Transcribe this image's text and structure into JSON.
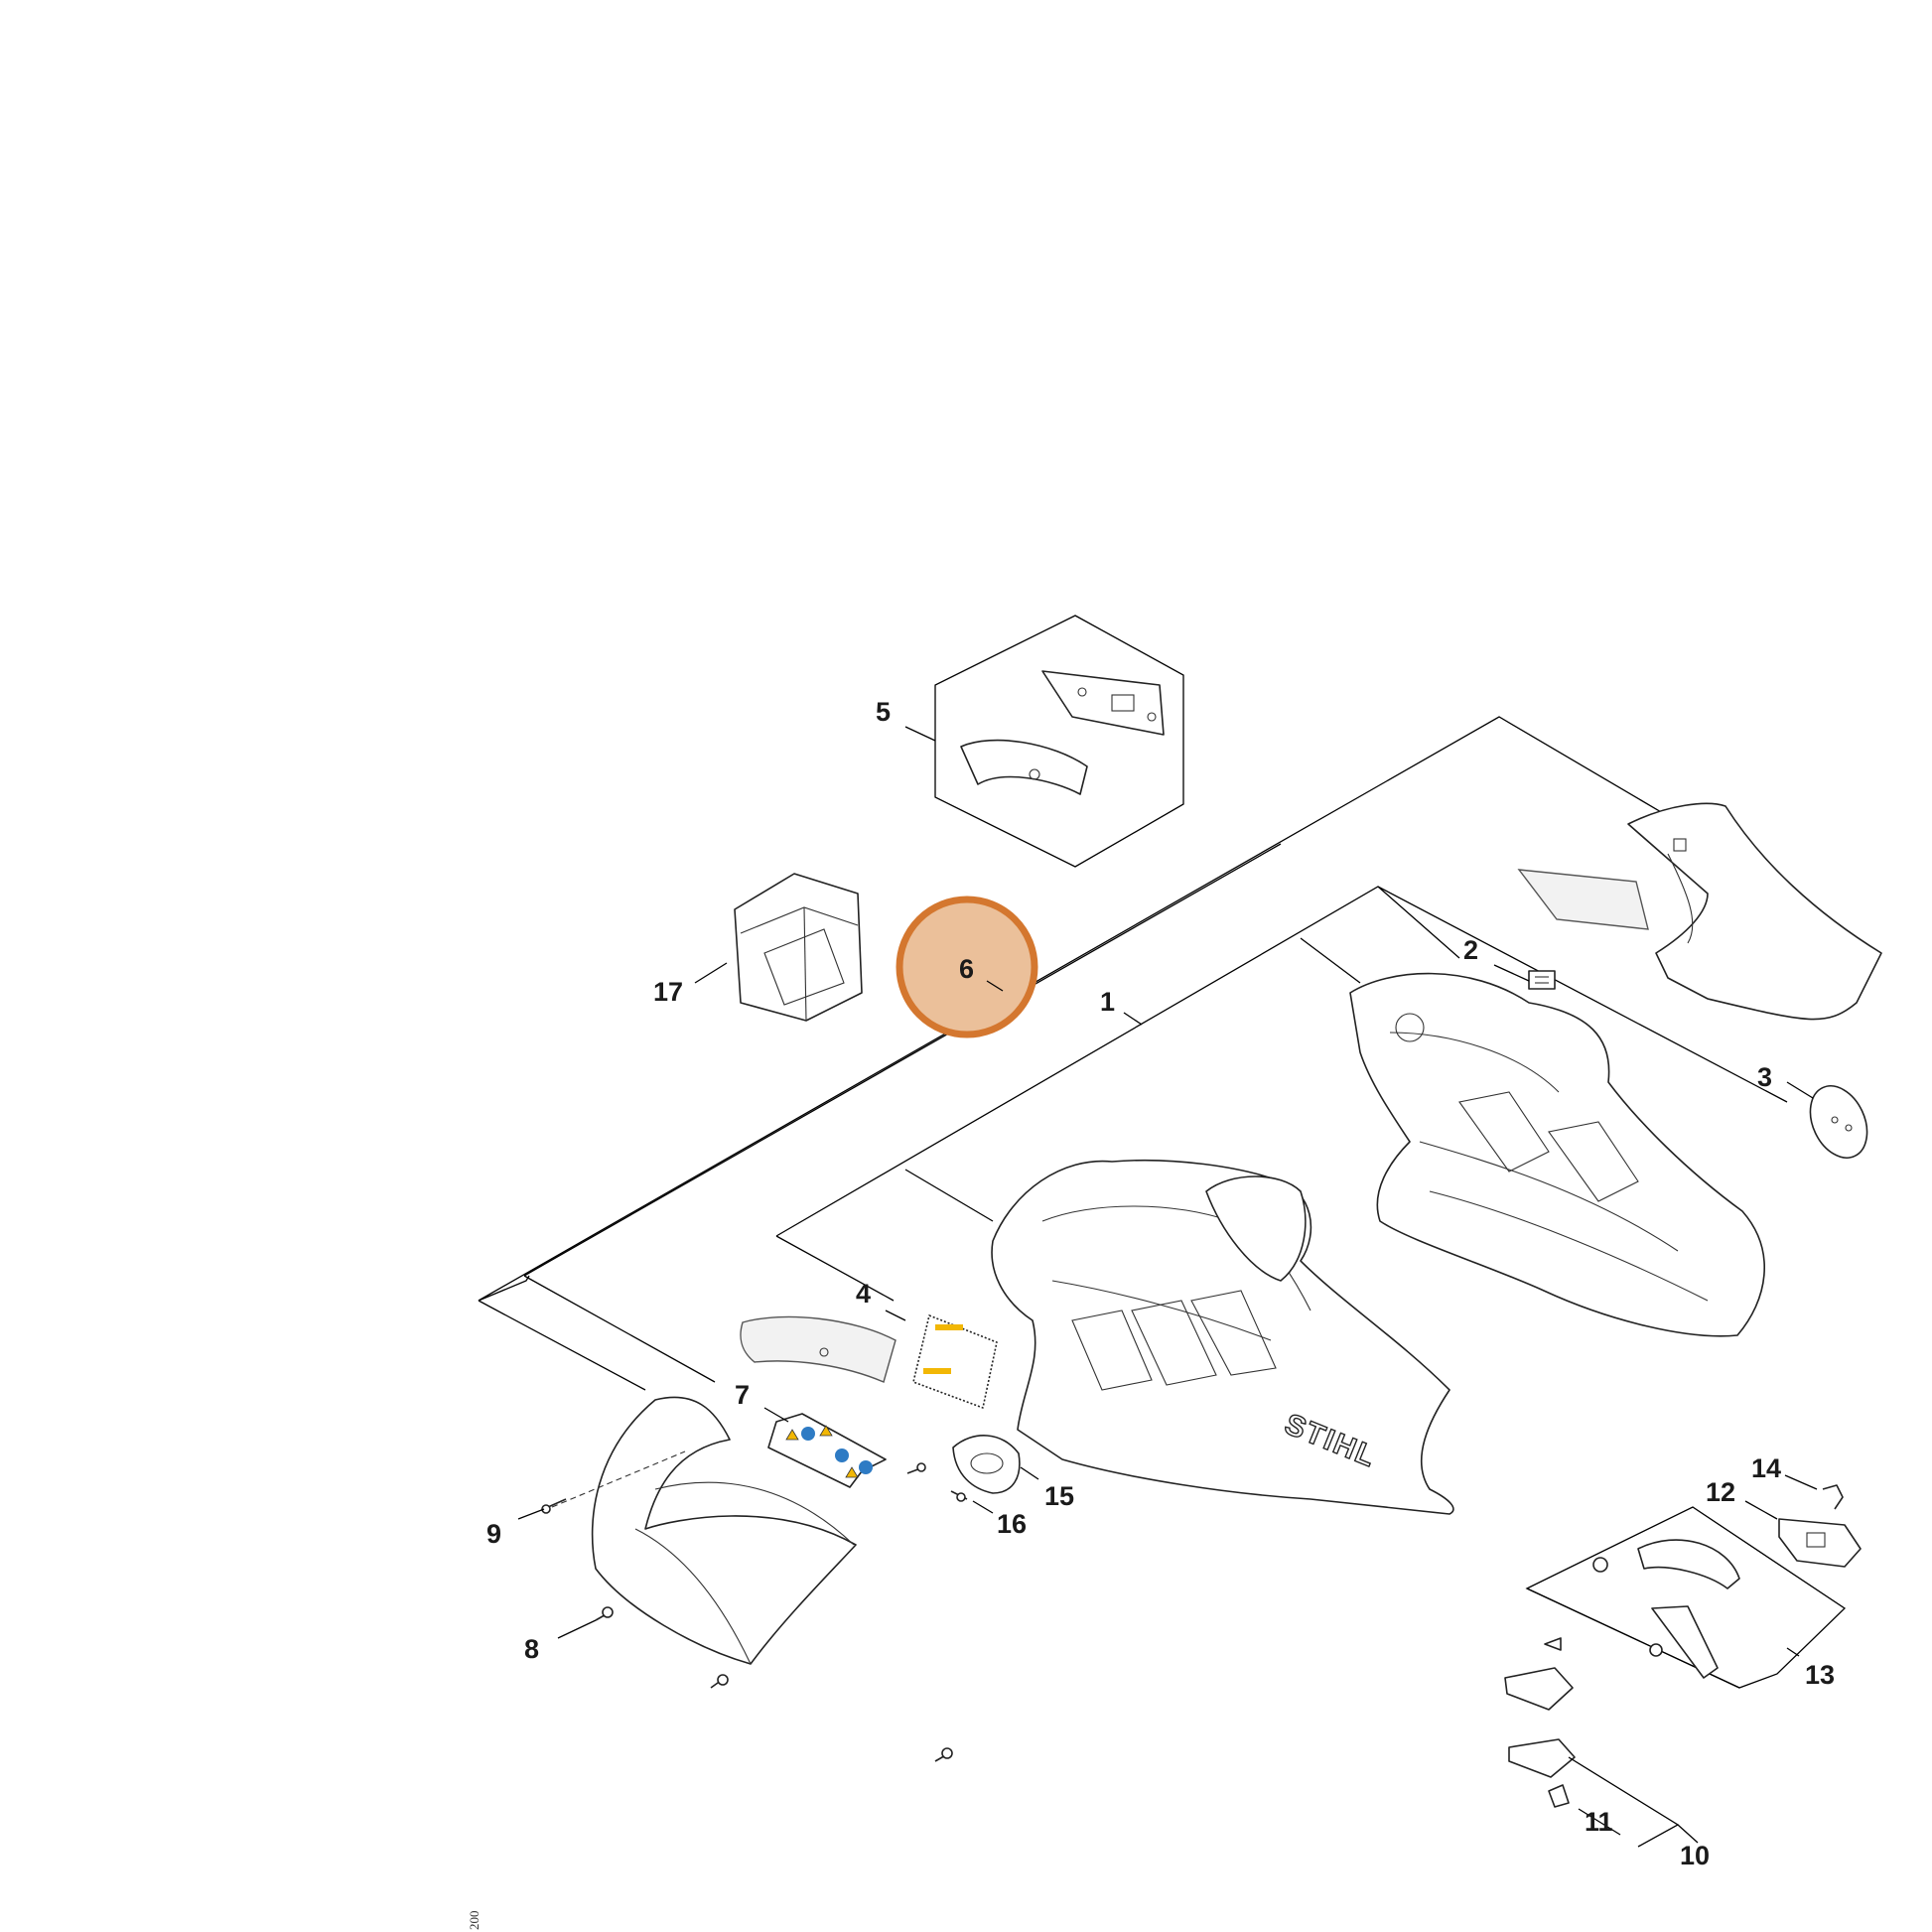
{
  "highlight": {
    "label": "6",
    "fill": "#EBC09A",
    "stroke": "#D4772F"
  },
  "callouts": {
    "c1": "1",
    "c2": "2",
    "c3": "3",
    "c4": "4",
    "c5": "5",
    "c7": "7",
    "c8": "8",
    "c9": "9",
    "c10": "10",
    "c11": "11",
    "c12": "12",
    "c13": "13",
    "c14": "14",
    "c15": "15",
    "c16": "16",
    "c17": "17"
  },
  "brand_mark": "STIHL",
  "side_code": "200",
  "decal_colors": {
    "warning": "#F2B705",
    "info": "#2E7BC4",
    "label_bg": "#ffffff"
  }
}
